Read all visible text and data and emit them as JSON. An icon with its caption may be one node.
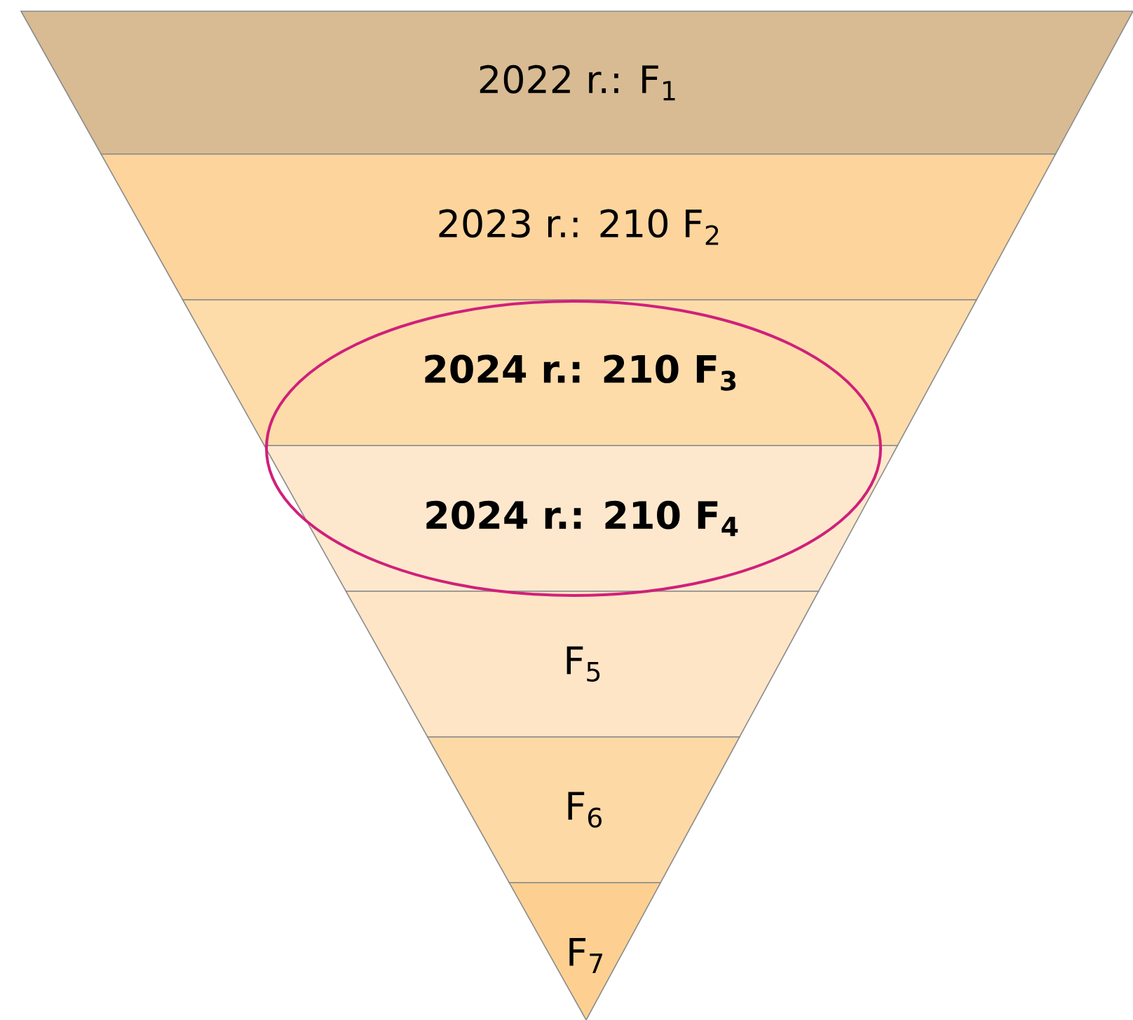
{
  "diagram": {
    "nodes": [
      {
        "text": [
          "2022 r.: F$_{1}$"
        ]
      },
      {
        "text": [
          "2023 r.: 210 F$_{2}$"
        ]
      },
      {
        "text": [
          "2024 r.: 210 F$_{3}$"
        ]
      },
      {
        "text": [
          "2024 r.: 210 F$_{4}$"
        ]
      },
      {
        "text": [
          "F$_{5}$"
        ]
      },
      {
        "text": [
          "F$_{6}$"
        ]
      },
      {
        "text": [
          "F$_{7}$"
        ]
      }
    ]
  }
}
